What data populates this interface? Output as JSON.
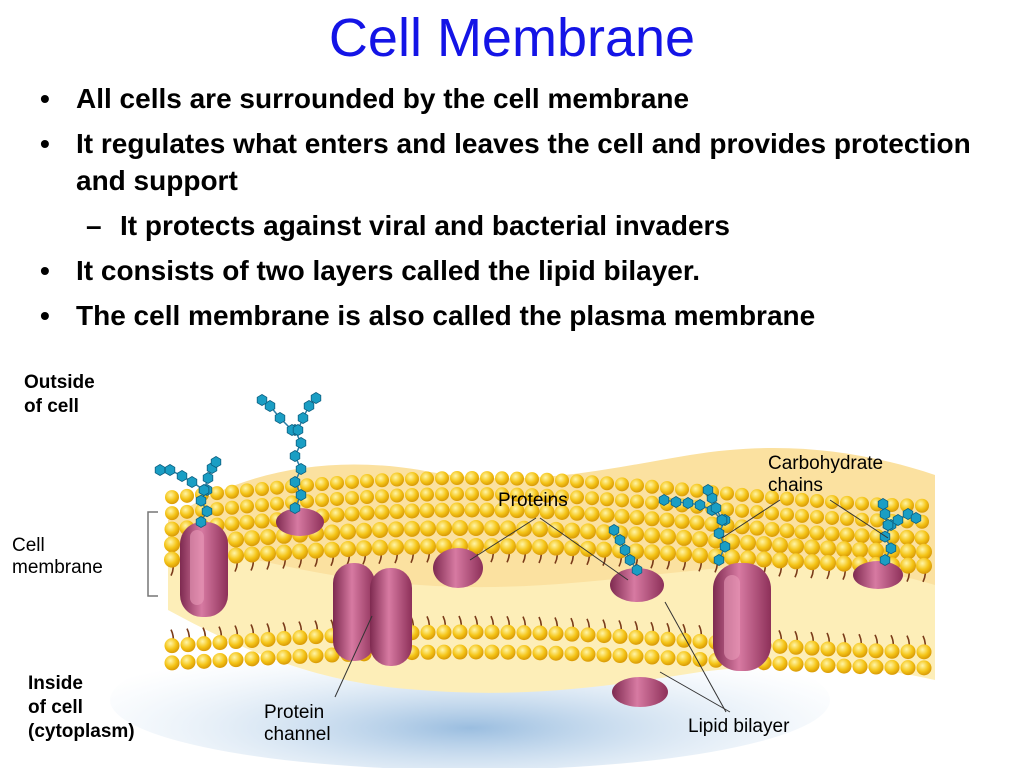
{
  "slide": {
    "title": "Cell Membrane",
    "bullets": [
      {
        "text": "All cells are surrounded by the cell membrane"
      },
      {
        "text": "It regulates what enters and leaves the cell and provides protection and support"
      },
      {
        "text": "It protects against viral and bacterial invaders",
        "sub": true
      },
      {
        "text": "It consists of two layers called the lipid bilayer."
      },
      {
        "text": "The cell membrane is also called the plasma membrane"
      }
    ],
    "bullet_char": "•",
    "sub_bullet_char": "–"
  },
  "diagram": {
    "labels": {
      "outside_1": "Outside",
      "outside_2": "of cell",
      "membrane_1": "Cell",
      "membrane_2": "membrane",
      "inside_1": "Inside",
      "inside_2": "of cell",
      "inside_3": "(cytoplasm)",
      "proteins": "Proteins",
      "carb_1": "Carbohydrate",
      "carb_2": "chains",
      "channel_1": "Protein",
      "channel_2": "channel",
      "lipid": "Lipid bilayer"
    },
    "colors": {
      "title": "#1414e6",
      "head": "#f5c518",
      "tail": "#7a3b1a",
      "protein": "#b04a72",
      "carbohydrate": "#1a9ec4",
      "core": "#fdeeb8"
    }
  }
}
